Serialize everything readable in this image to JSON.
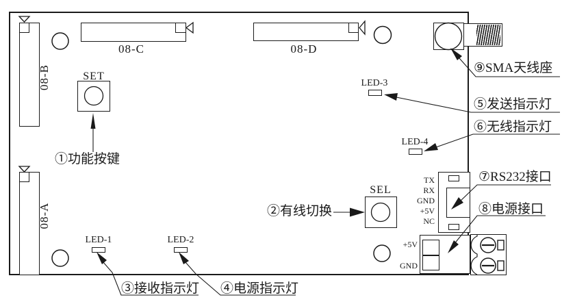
{
  "board": {
    "connectors": {
      "b": "08-B",
      "a": "08-A",
      "c": "08-C",
      "d": "08-D"
    },
    "buttons": {
      "set": "SET",
      "sel": "SEL"
    },
    "leds": {
      "l1": "LED-1",
      "l2": "LED-2",
      "l3": "LED-3",
      "l4": "LED-4"
    },
    "rs232_pins": [
      "TX",
      "RX",
      "GND",
      "+5V",
      "NC"
    ],
    "power_pins": {
      "p5v": "+5V",
      "gnd": "GND"
    }
  },
  "callouts": {
    "c1": "①功能按键",
    "c2": "②有线切换",
    "c3": "③接收指示灯",
    "c4": "④电源指示灯",
    "c5": "⑤发送指示灯",
    "c6": "⑥无线指示灯",
    "c7": "⑦RS232接口",
    "c8": "⑧电源接口",
    "c9": "⑨SMA天线座"
  },
  "colors": {
    "line": "#1a1a1a",
    "background": "#ffffff"
  }
}
